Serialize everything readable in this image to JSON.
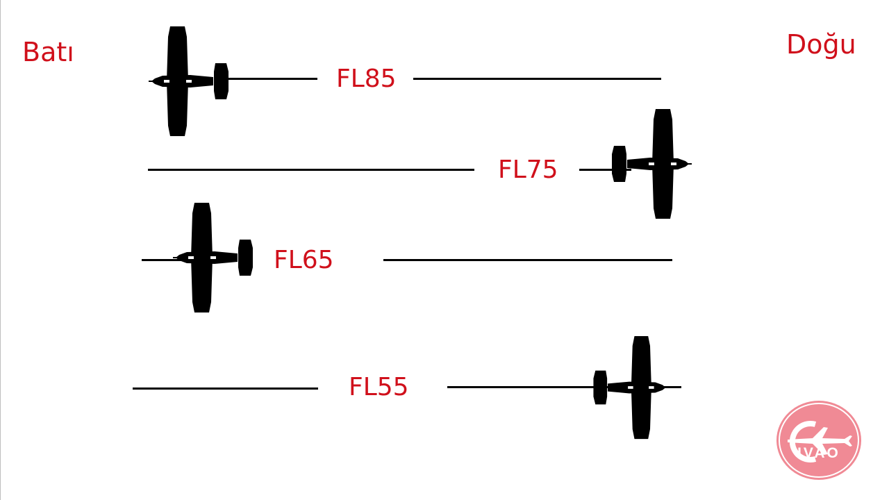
{
  "directions": {
    "west": "Batı",
    "east": "Doğu"
  },
  "levels": [
    {
      "label": "FL85",
      "heading": "west"
    },
    {
      "label": "FL75",
      "heading": "east"
    },
    {
      "label": "FL65",
      "heading": "west"
    },
    {
      "label": "FL55",
      "heading": "east"
    }
  ],
  "logo": {
    "text": "IVAO"
  },
  "colors": {
    "label": "#d0101b",
    "line": "#000000",
    "aircraft": "#000000",
    "logo": "#f08a95"
  },
  "icons": {
    "aircraft": "aircraft-icon",
    "logo": "ivao-logo"
  }
}
